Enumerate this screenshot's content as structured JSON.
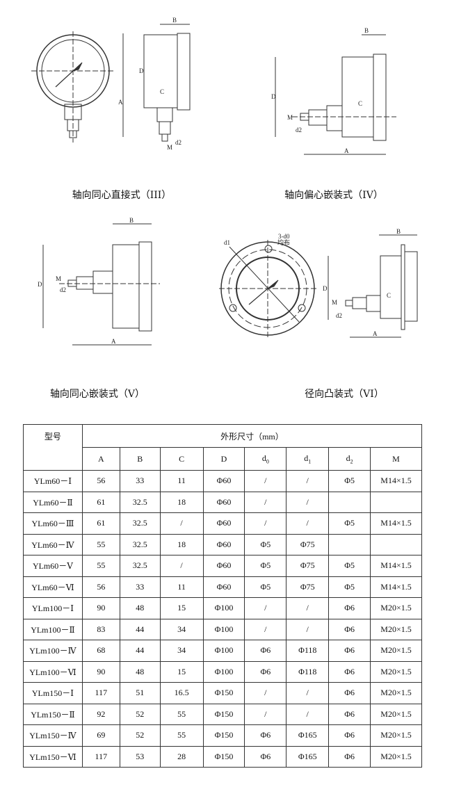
{
  "diagrams": [
    {
      "caption": "轴向同心直接式（III）",
      "labels": {
        "A": "A",
        "B": "B",
        "C": "C",
        "D": "D",
        "M": "M",
        "d2": "d2"
      }
    },
    {
      "caption": "轴向偏心嵌装式（IV）",
      "labels": {
        "A": "A",
        "B": "B",
        "C": "C",
        "D": "D",
        "M": "M",
        "d2": "d2"
      }
    },
    {
      "caption": "轴向同心嵌装式（V）",
      "labels": {
        "A": "A",
        "B": "B",
        "D": "D",
        "M": "M",
        "d2": "d2"
      }
    },
    {
      "caption": "径向凸装式（VI）",
      "labels": {
        "A": "A",
        "B": "B",
        "C": "C",
        "D": "D",
        "M": "M",
        "d1": "d1",
        "d2": "d2",
        "holes": "3-d0",
        "holes_note": "均布"
      }
    }
  ],
  "table": {
    "model_header": "型号",
    "dims_header": "外形尺寸（mm）",
    "columns": [
      "A",
      "B",
      "C",
      "D",
      "d0",
      "d1",
      "d2",
      "M"
    ],
    "rows": [
      [
        "YLm60－Ⅰ",
        "56",
        "33",
        "11",
        "Φ60",
        "/",
        "/",
        "Φ5",
        "M14×1.5"
      ],
      [
        "YLm60－Ⅱ",
        "61",
        "32.5",
        "18",
        "Φ60",
        "/",
        "/",
        "",
        ""
      ],
      [
        "YLm60－Ⅲ",
        "61",
        "32.5",
        "/",
        "Φ60",
        "/",
        "/",
        "Φ5",
        "M14×1.5"
      ],
      [
        "YLm60－Ⅳ",
        "55",
        "32.5",
        "18",
        "Φ60",
        "Φ5",
        "Φ75",
        "",
        ""
      ],
      [
        "YLm60－Ⅴ",
        "55",
        "32.5",
        "/",
        "Φ60",
        "Φ5",
        "Φ75",
        "Φ5",
        "M14×1.5"
      ],
      [
        "YLm60－Ⅵ",
        "56",
        "33",
        "11",
        "Φ60",
        "Φ5",
        "Φ75",
        "Φ5",
        "M14×1.5"
      ],
      [
        "YLm100－Ⅰ",
        "90",
        "48",
        "15",
        "Φ100",
        "/",
        "/",
        "Φ6",
        "M20×1.5"
      ],
      [
        "YLm100－Ⅱ",
        "83",
        "44",
        "34",
        "Φ100",
        "/",
        "/",
        "Φ6",
        "M20×1.5"
      ],
      [
        "YLm100－Ⅳ",
        "68",
        "44",
        "34",
        "Φ100",
        "Φ6",
        "Φ118",
        "Φ6",
        "M20×1.5"
      ],
      [
        "YLm100－Ⅵ",
        "90",
        "48",
        "15",
        "Φ100",
        "Φ6",
        "Φ118",
        "Φ6",
        "M20×1.5"
      ],
      [
        "YLm150－Ⅰ",
        "117",
        "51",
        "16.5",
        "Φ150",
        "/",
        "/",
        "Φ6",
        "M20×1.5"
      ],
      [
        "YLm150－Ⅱ",
        "92",
        "52",
        "55",
        "Φ150",
        "/",
        "/",
        "Φ6",
        "M20×1.5"
      ],
      [
        "YLm150－Ⅳ",
        "69",
        "52",
        "55",
        "Φ150",
        "Φ6",
        "Φ165",
        "Φ6",
        "M20×1.5"
      ],
      [
        "YLm150－Ⅵ",
        "117",
        "53",
        "28",
        "Φ150",
        "Φ6",
        "Φ165",
        "Φ6",
        "M20×1.5"
      ]
    ]
  }
}
